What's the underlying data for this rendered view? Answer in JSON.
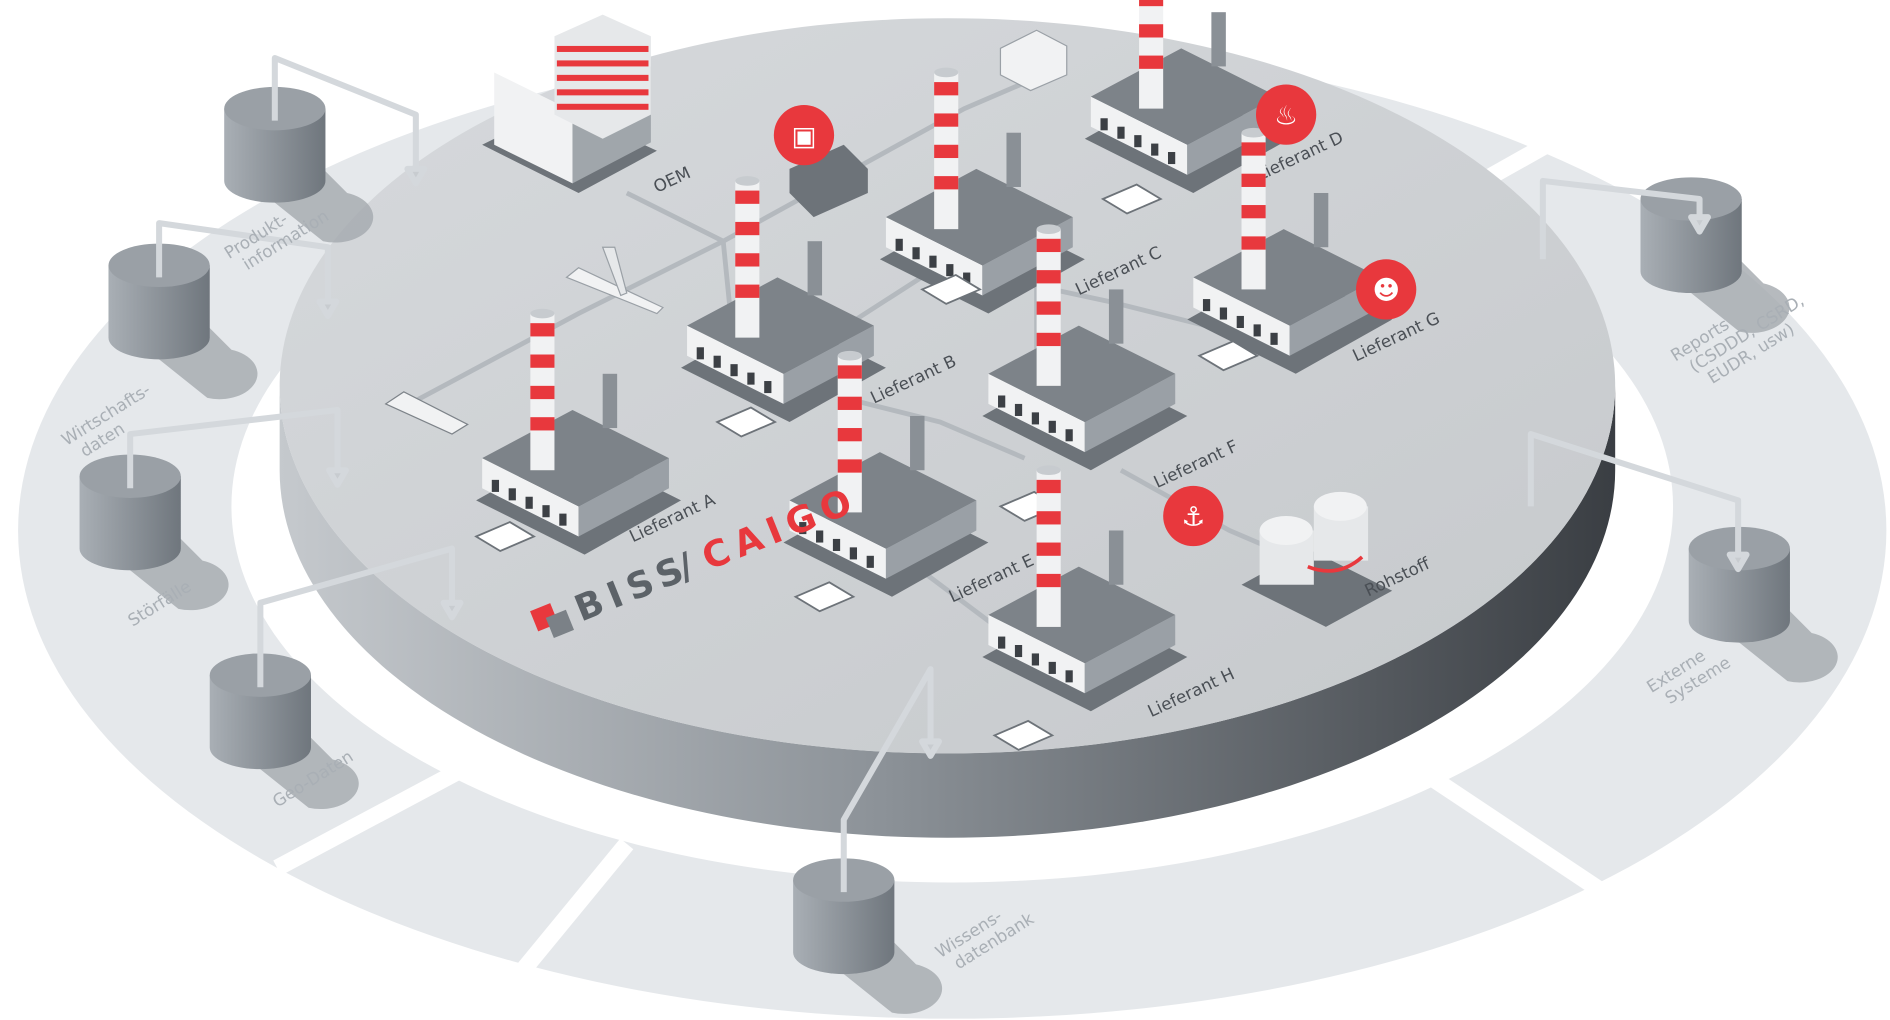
{
  "title": "BISS/CAIGO Lieferketten-Überblick",
  "logo": {
    "part1": "BISS",
    "slash": "/",
    "part2": "CAIGO"
  },
  "colors": {
    "accent": "#e8383d",
    "ring": "#e5e8eb",
    "disc_top": "#cfd2d5",
    "disc_side": "#4a4e53",
    "line": "#b4b9be",
    "cylinder": "#8f969d"
  },
  "data_sources": [
    {
      "id": "produkt",
      "lines": [
        "Produkt-",
        "information"
      ]
    },
    {
      "id": "wirtschaft",
      "lines": [
        "Wirtschafts-",
        "daten"
      ]
    },
    {
      "id": "stoerfaelle",
      "lines": [
        "Störfälle"
      ]
    },
    {
      "id": "geo",
      "lines": [
        "Geo-Daten"
      ]
    },
    {
      "id": "wissen",
      "lines": [
        "Wissens-",
        "datenbank"
      ]
    },
    {
      "id": "reports",
      "lines": [
        "Reports",
        "(CSDDD, CSRD,",
        "EUDR, usw)"
      ]
    },
    {
      "id": "extern",
      "lines": [
        "Externe",
        "Systeme"
      ]
    }
  ],
  "nodes": {
    "oem": "OEM",
    "rohstoff": "Rohstoff",
    "suppliers": [
      "Lieferant A",
      "Lieferant B",
      "Lieferant C",
      "Lieferant D",
      "Lieferant E",
      "Lieferant F",
      "Lieferant G",
      "Lieferant H"
    ]
  },
  "alerts": [
    {
      "icon": "protest-icon",
      "near": "truck"
    },
    {
      "icon": "fire-icon",
      "near": "Lieferant D"
    },
    {
      "icon": "hacker-icon",
      "near": "Lieferant G"
    },
    {
      "icon": "shipwreck-icon",
      "near": "Rohstoff"
    }
  ]
}
